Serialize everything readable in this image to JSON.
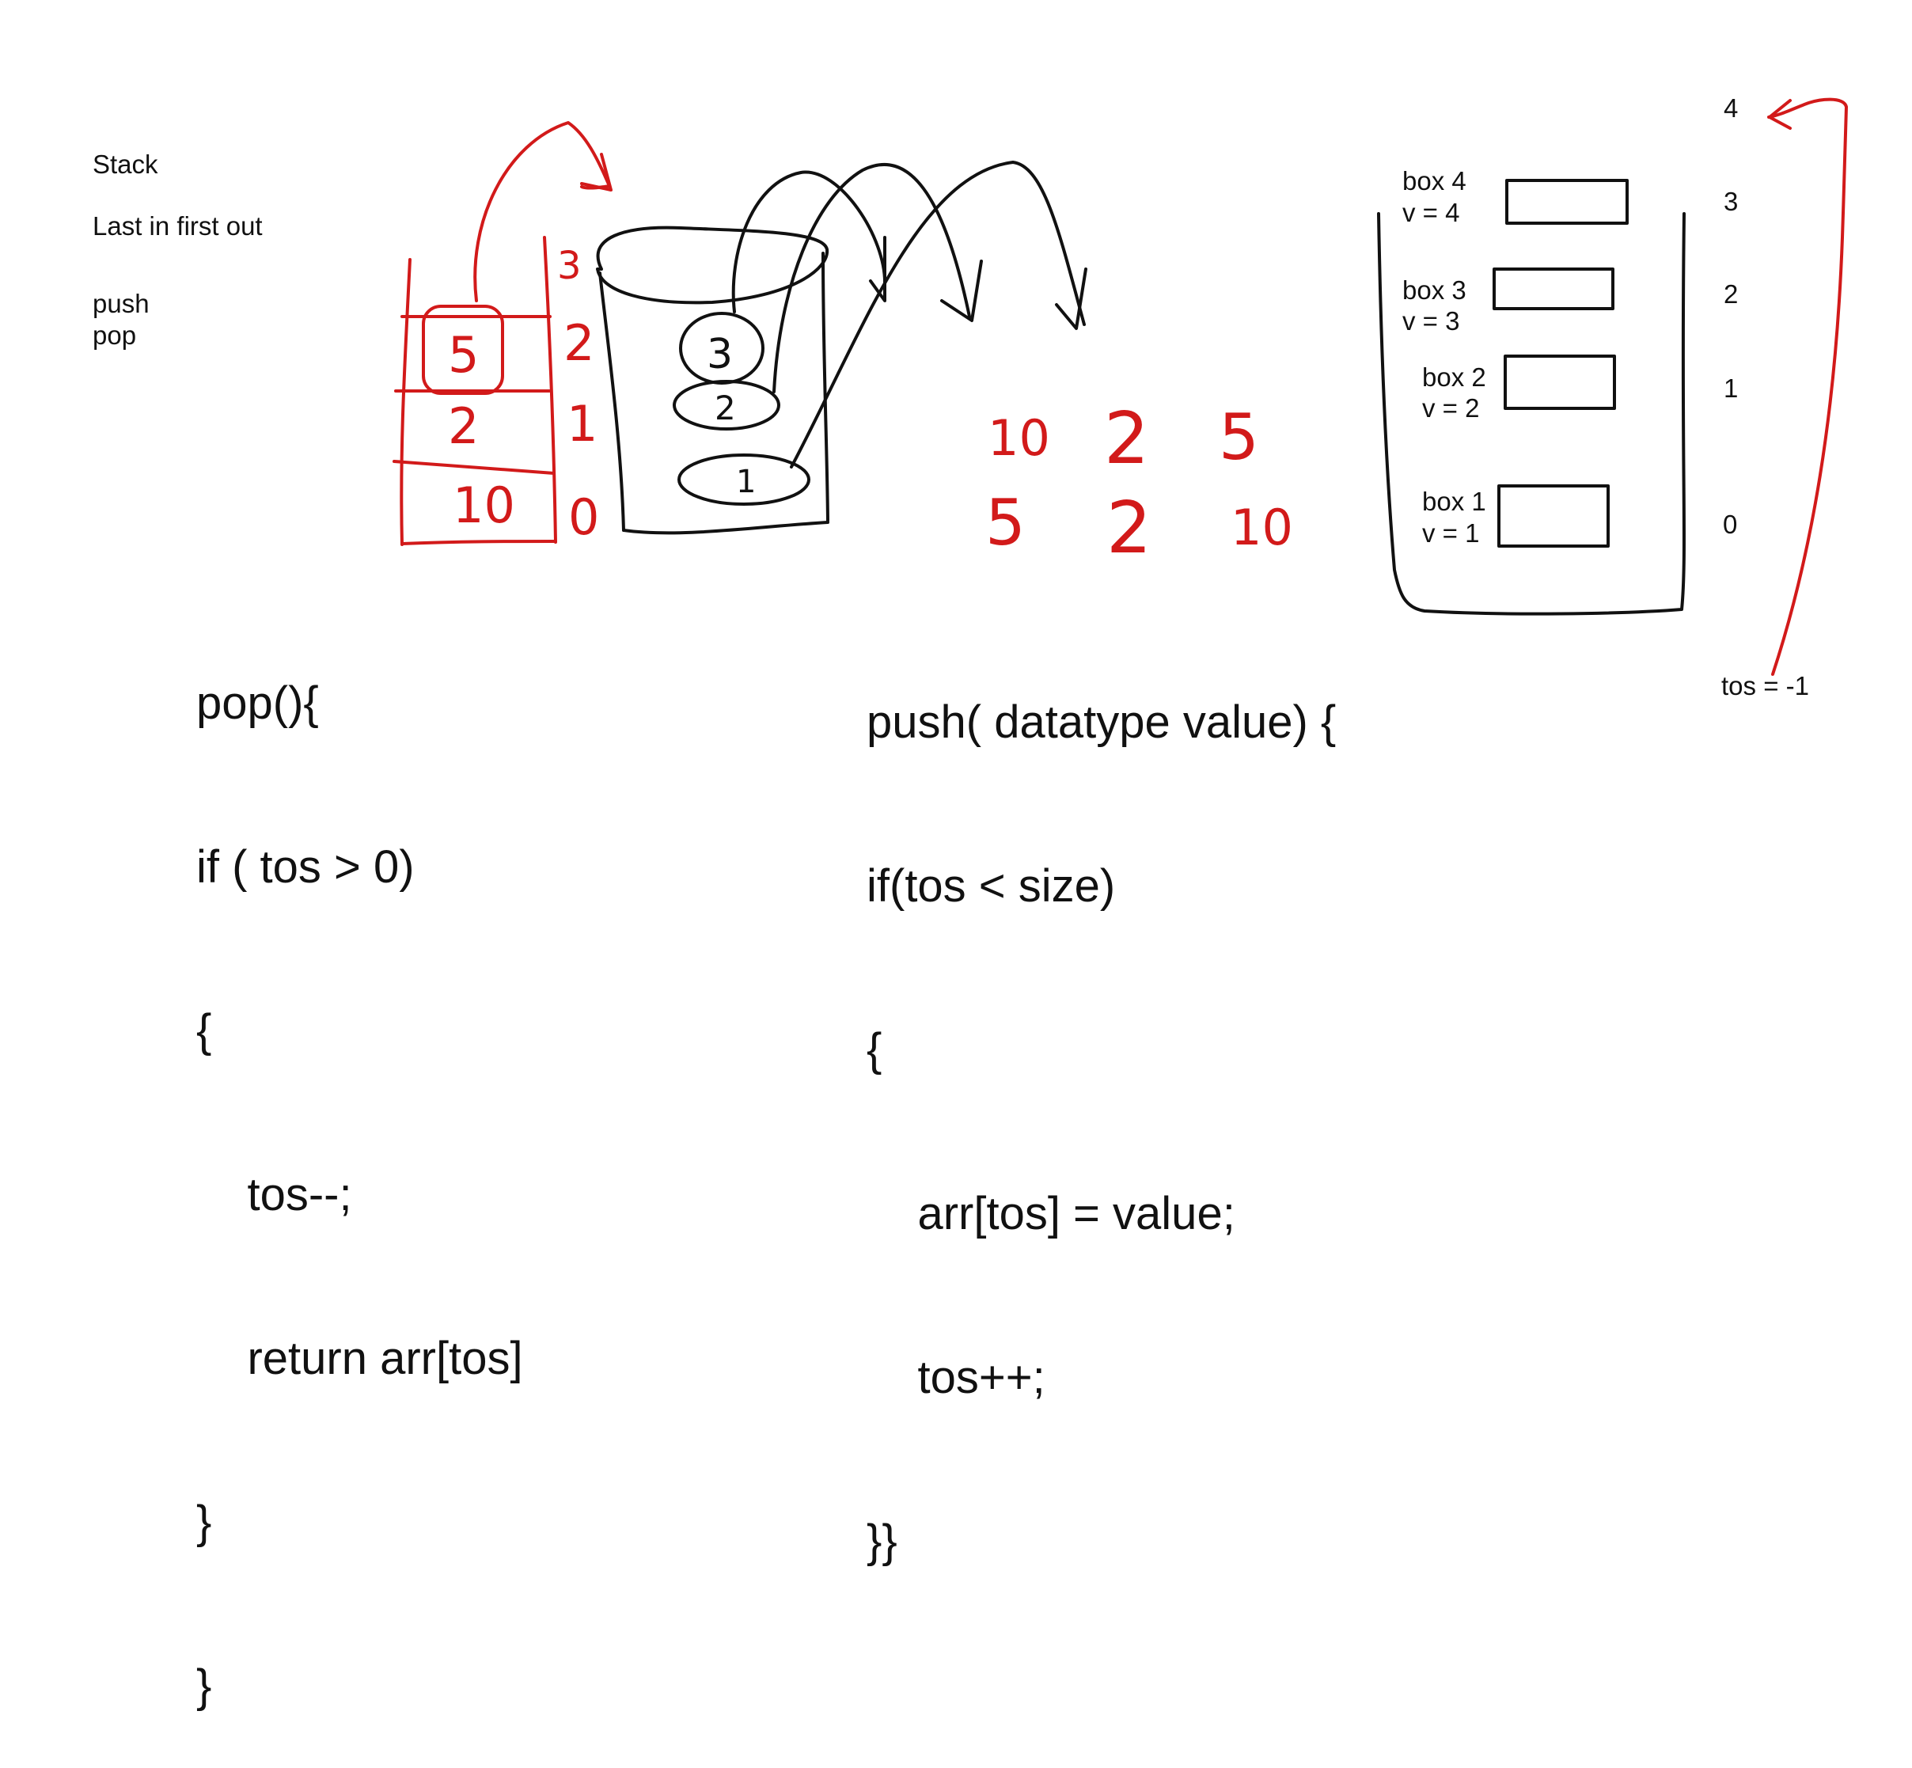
{
  "notes": {
    "title": "Stack",
    "subtitle": "Last in first out",
    "op1": "push",
    "op2": "pop"
  },
  "pop_code": [
    "pop(){",
    "if ( tos > 0)",
    "{",
    "    tos--;",
    "    return arr[tos]",
    "}",
    "}"
  ],
  "push_code": [
    "push( datatype value) {",
    "if(tos < size)",
    "{",
    "    arr[tos] = value;",
    "    tos++;",
    "}}"
  ],
  "red_stack": {
    "index_labels": [
      "3",
      "2",
      "1",
      "0"
    ],
    "cells": [
      "5",
      "2",
      "10"
    ]
  },
  "bucket": {
    "items": [
      "3",
      "2",
      "1"
    ]
  },
  "sequences": {
    "push_order": [
      "10",
      "2",
      "5"
    ],
    "pop_order": [
      "5",
      "2",
      "10"
    ]
  },
  "boxes": [
    {
      "name": "box 4",
      "value": "v = 4"
    },
    {
      "name": "box 3",
      "value": "v = 3"
    },
    {
      "name": "box 2",
      "value": "v = 2"
    },
    {
      "name": "box 1",
      "value": "v = 1"
    }
  ],
  "index_column": [
    "4",
    "3",
    "2",
    "1",
    "0"
  ],
  "tos_label": "tos = -1",
  "colors": {
    "ink": "#111111",
    "red_ink": "#d21a1a",
    "background": "#ffffff"
  }
}
